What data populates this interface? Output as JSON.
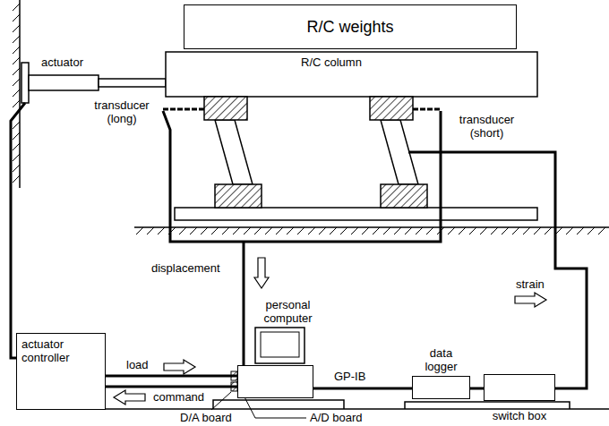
{
  "diagram": {
    "nodes": [
      {
        "text": [
          "R/C weights"
        ]
      },
      {
        "text": [
          "actuator controller"
        ]
      },
      {
        "text": [
          "personal computer"
        ]
      },
      {
        "text": [
          "data logger"
        ]
      },
      {
        "text": [
          "switch box"
        ]
      }
    ],
    "edges": [
      {
        "from": 1,
        "to": 2,
        "label": "load",
        "arrow": "none"
      },
      {
        "from": 1,
        "to": 2,
        "label": "command",
        "arrow": "none"
      },
      {
        "from": 2,
        "to": 3,
        "label": "GP-IB",
        "arrow": "none"
      },
      {
        "from": 3,
        "to": 4,
        "arrow": "none"
      }
    ],
    "labels": [
      "actuator",
      "R/C column",
      "transducer (long)",
      "transducer (short)",
      "displacement",
      "strain",
      "D/A board",
      "A/D board"
    ]
  }
}
